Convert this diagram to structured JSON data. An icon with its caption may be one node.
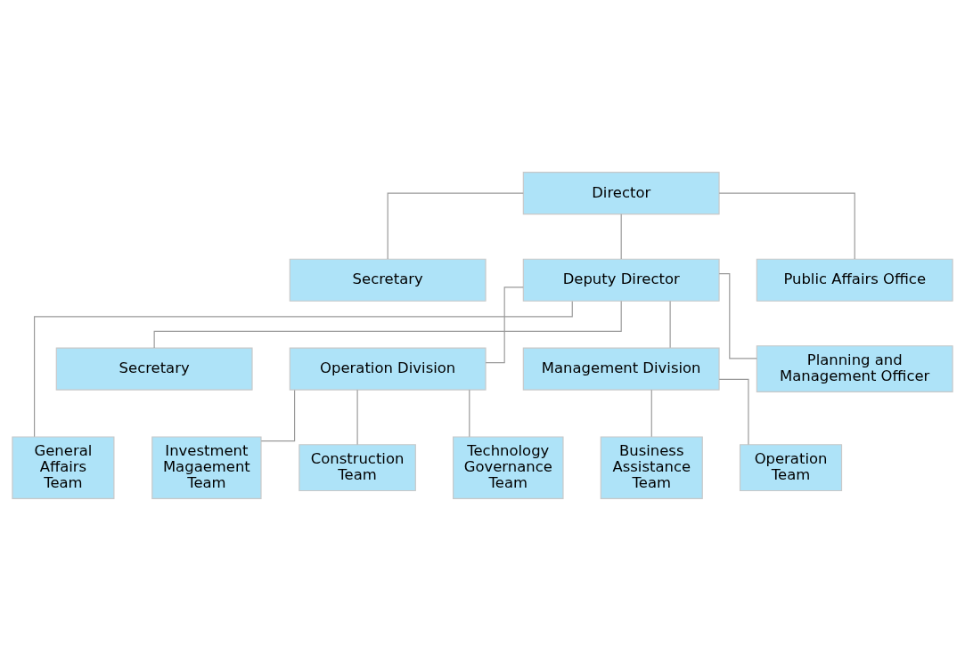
{
  "diagram": {
    "nodes": [
      {
        "text": [
          "Director"
        ]
      },
      {
        "text": [
          "Secretary"
        ]
      },
      {
        "text": [
          "Public Affairs Office"
        ]
      },
      {
        "text": [
          "Deputy Director"
        ]
      },
      {
        "text": [
          "Secretary"
        ]
      },
      {
        "text": [
          "Planning and Management Officer"
        ]
      },
      {
        "text": [
          "Operation Division"
        ]
      },
      {
        "text": [
          "Management Division"
        ]
      },
      {
        "text": [
          "General Affairs Team"
        ]
      },
      {
        "text": [
          "Investment Magaement Team"
        ]
      },
      {
        "text": [
          "Construction Team"
        ]
      },
      {
        "text": [
          "Technology Governance Team"
        ]
      },
      {
        "text": [
          "Business Assistance Team"
        ]
      },
      {
        "text": [
          "Operation Team"
        ]
      }
    ],
    "edges": [
      {
        "from": 0,
        "to": 1,
        "arrow": "none"
      },
      {
        "from": 0,
        "to": 2,
        "arrow": "none"
      },
      {
        "from": 0,
        "to": 3,
        "arrow": "none"
      },
      {
        "from": 3,
        "to": 4,
        "arrow": "none"
      },
      {
        "from": 3,
        "to": 5,
        "arrow": "none"
      },
      {
        "from": 3,
        "to": 8,
        "arrow": "none"
      },
      {
        "from": 3,
        "to": 6,
        "arrow": "none"
      },
      {
        "from": 3,
        "to": 7,
        "arrow": "none"
      },
      {
        "from": 6,
        "to": 9,
        "arrow": "none"
      },
      {
        "from": 6,
        "to": 10,
        "arrow": "none"
      },
      {
        "from": 6,
        "to": 11,
        "arrow": "none"
      },
      {
        "from": 7,
        "to": 12,
        "arrow": "none"
      },
      {
        "from": 7,
        "to": 13,
        "arrow": "none"
      }
    ]
  }
}
